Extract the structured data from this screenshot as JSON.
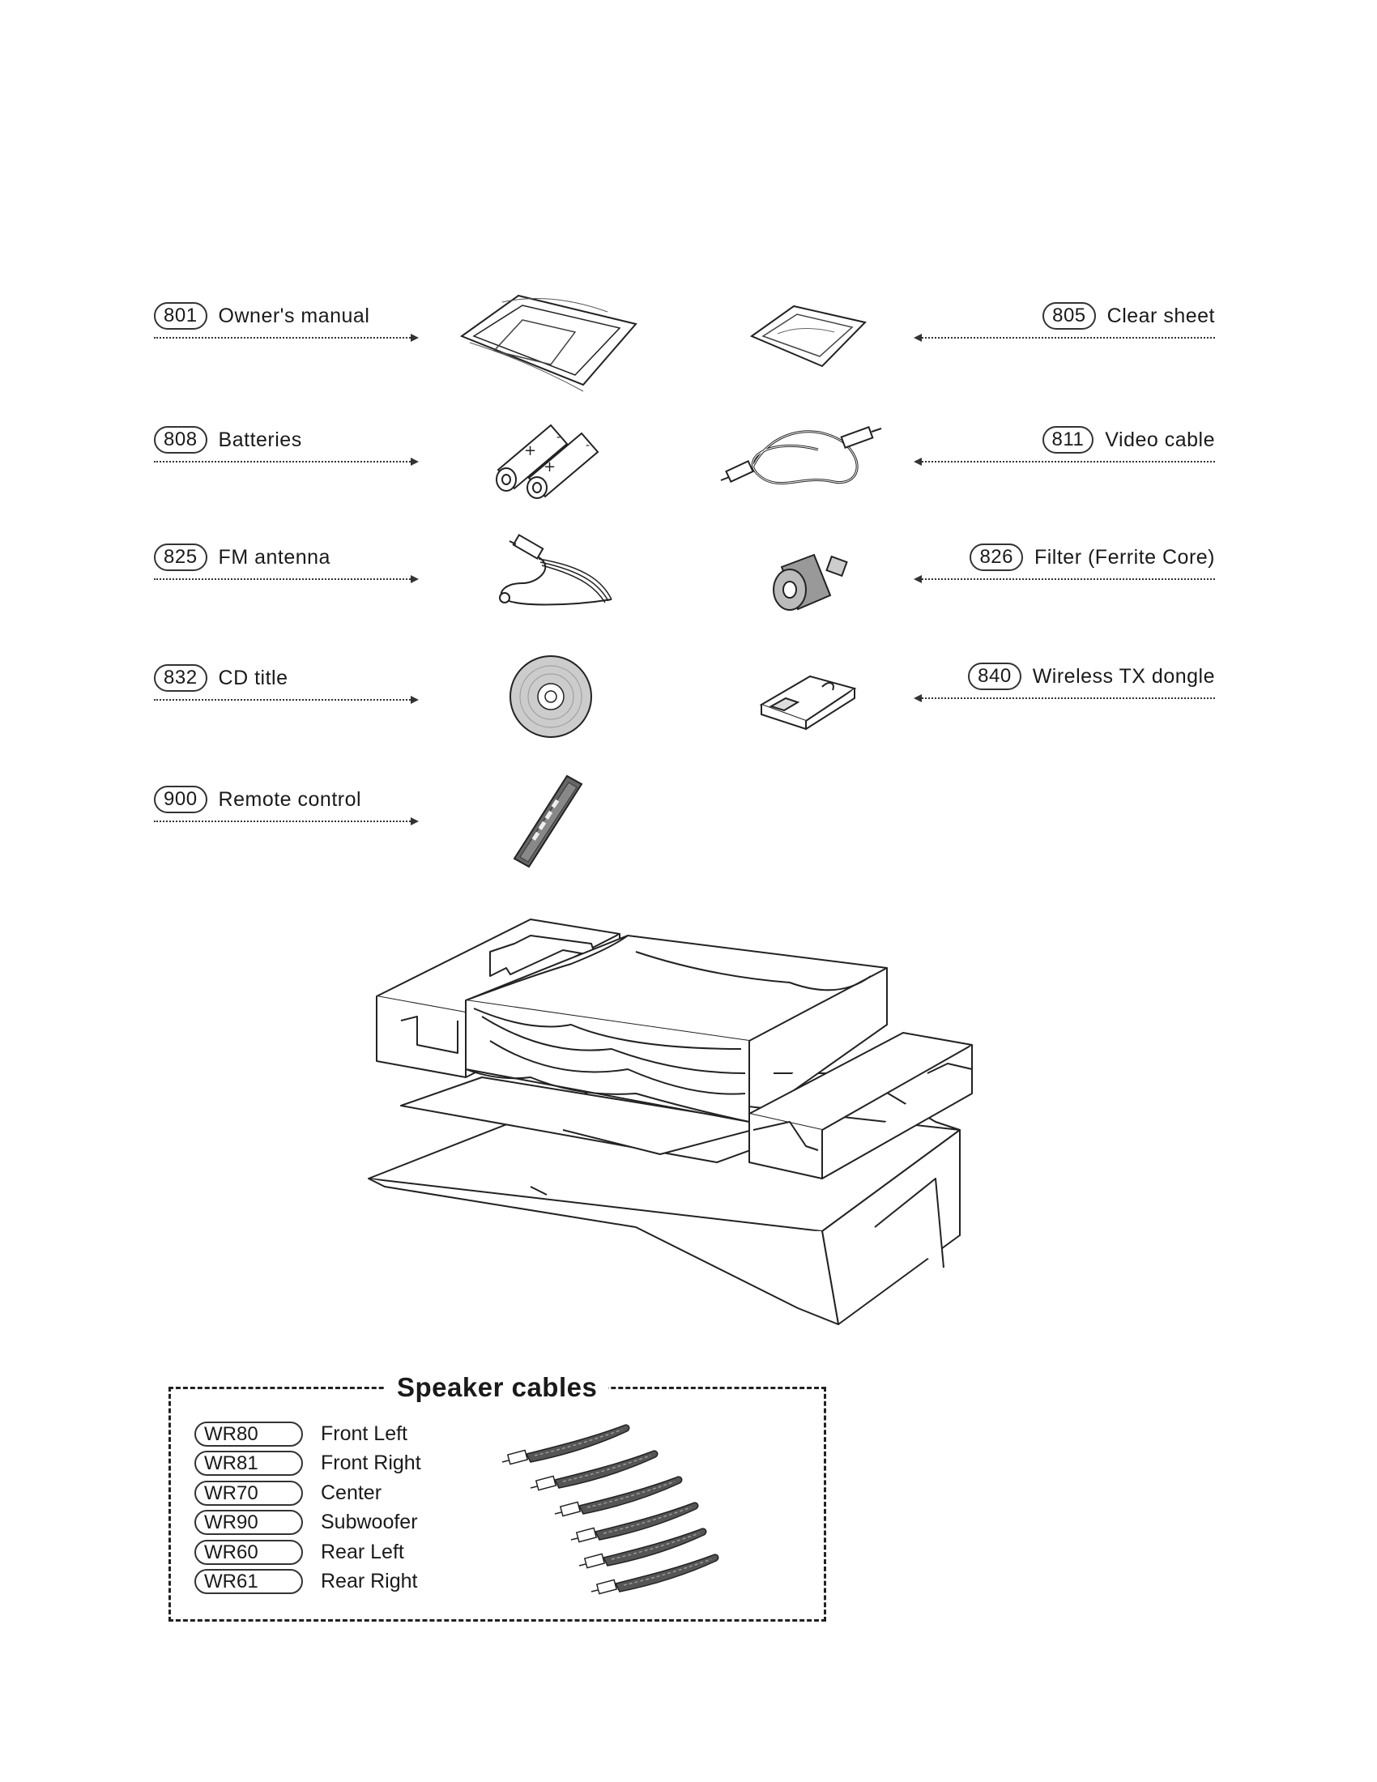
{
  "parts": [
    {
      "code": "801",
      "label": "Owner's manual",
      "side": "left",
      "icon": "manual-icon"
    },
    {
      "code": "805",
      "label": "Clear sheet",
      "side": "right",
      "icon": "sheet-icon"
    },
    {
      "code": "808",
      "label": "Batteries",
      "side": "left",
      "icon": "battery-icon"
    },
    {
      "code": "811",
      "label": "Video cable",
      "side": "right",
      "icon": "cable-icon"
    },
    {
      "code": "825",
      "label": "FM antenna",
      "side": "left",
      "icon": "antenna-icon"
    },
    {
      "code": "826",
      "label": "Filter (Ferrite Core)",
      "side": "right",
      "icon": "ferrite-core-icon"
    },
    {
      "code": "832",
      "label": "CD title",
      "side": "left",
      "icon": "disc-icon"
    },
    {
      "code": "840",
      "label": "Wireless TX dongle",
      "side": "right",
      "icon": "dongle-icon"
    },
    {
      "code": "900",
      "label": "Remote control",
      "side": "left",
      "icon": "remote-icon"
    }
  ],
  "speaker_cables": {
    "title": "Speaker cables",
    "items": [
      {
        "code": "WR80",
        "label": "Front Left"
      },
      {
        "code": "WR81",
        "label": "Front Right"
      },
      {
        "code": "WR70",
        "label": "Center"
      },
      {
        "code": "WR90",
        "label": "Subwoofer"
      },
      {
        "code": "WR60",
        "label": "Rear Left"
      },
      {
        "code": "WR61",
        "label": "Rear Right"
      }
    ]
  }
}
